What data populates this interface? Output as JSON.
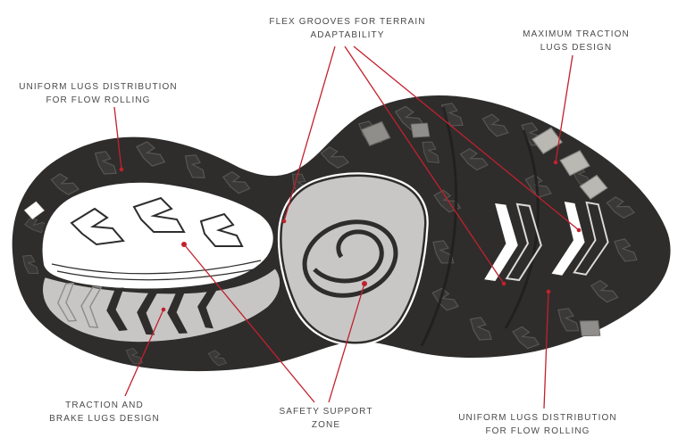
{
  "page": {
    "title": "Outsole technology diagram"
  },
  "colors": {
    "annotation_red": "#c2202d",
    "label_text": "#4a4a4a",
    "sole_dark": "#2e2d2c",
    "panel_gray": "#c8c7c5",
    "band_gray": "#c7c6c4",
    "lug_light": "#b9b8b3",
    "white": "#ffffff"
  },
  "annotations": {
    "flex_grooves": {
      "label": "FLEX GROOVES FOR TERRAIN\nADAPTABILITY"
    },
    "max_traction": {
      "label": "MAXIMUM TRACTION\nLUGS DESIGN"
    },
    "uniform_top_left": {
      "label": "UNIFORM LUGS DISTRIBUTION\nFOR FLOW ROLLING"
    },
    "traction_brake": {
      "label": "TRACTION AND\nBRAKE LUGS DESIGN"
    },
    "safety_support": {
      "label": "SAFETY SUPPORT\nZONE"
    },
    "uniform_bottom_right": {
      "label": "UNIFORM LUGS DISTRIBUTION\nFOR FLOW ROLLING"
    }
  }
}
